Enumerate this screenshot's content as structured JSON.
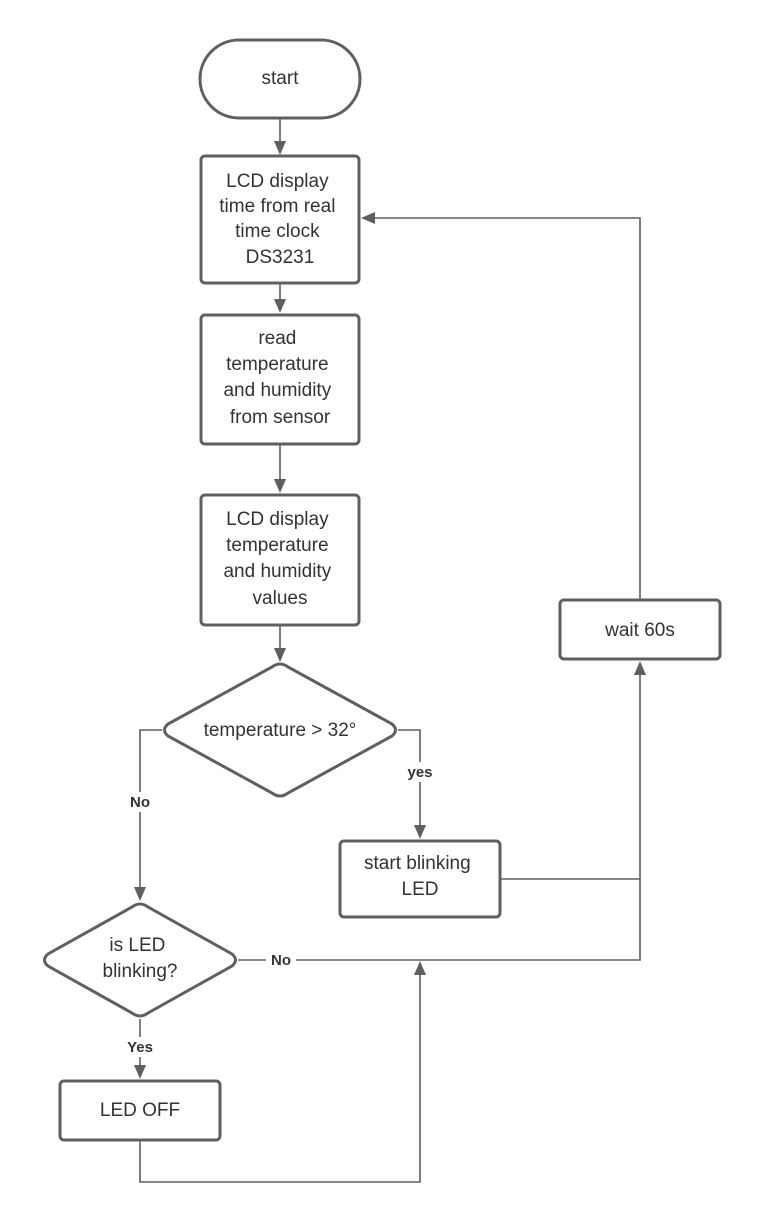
{
  "flowchart": {
    "start": {
      "lines": [
        "start"
      ]
    },
    "lcd_time": {
      "lines": [
        "LCD display",
        "time from real",
        "time clock",
        "DS3231"
      ]
    },
    "read_sensor": {
      "lines": [
        "read",
        "temperature",
        "and humidity",
        "from sensor"
      ]
    },
    "lcd_values": {
      "lines": [
        "LCD display",
        "temperature",
        "and humidity",
        "values"
      ]
    },
    "temp_decision": {
      "lines": [
        "temperature > 32°"
      ]
    },
    "start_blinking": {
      "lines": [
        "start blinking",
        "LED"
      ]
    },
    "wait": {
      "lines": [
        "wait 60s"
      ]
    },
    "led_decision": {
      "lines": [
        "is LED",
        "blinking?"
      ]
    },
    "led_off": {
      "lines": [
        "LED OFF"
      ]
    }
  },
  "edge_labels": {
    "temp_yes": "yes",
    "temp_no": "No",
    "led_yes": "Yes",
    "led_no": "No"
  },
  "colors": {
    "stroke": "#5f5f5f",
    "text": "#333333",
    "background": "#ffffff"
  }
}
